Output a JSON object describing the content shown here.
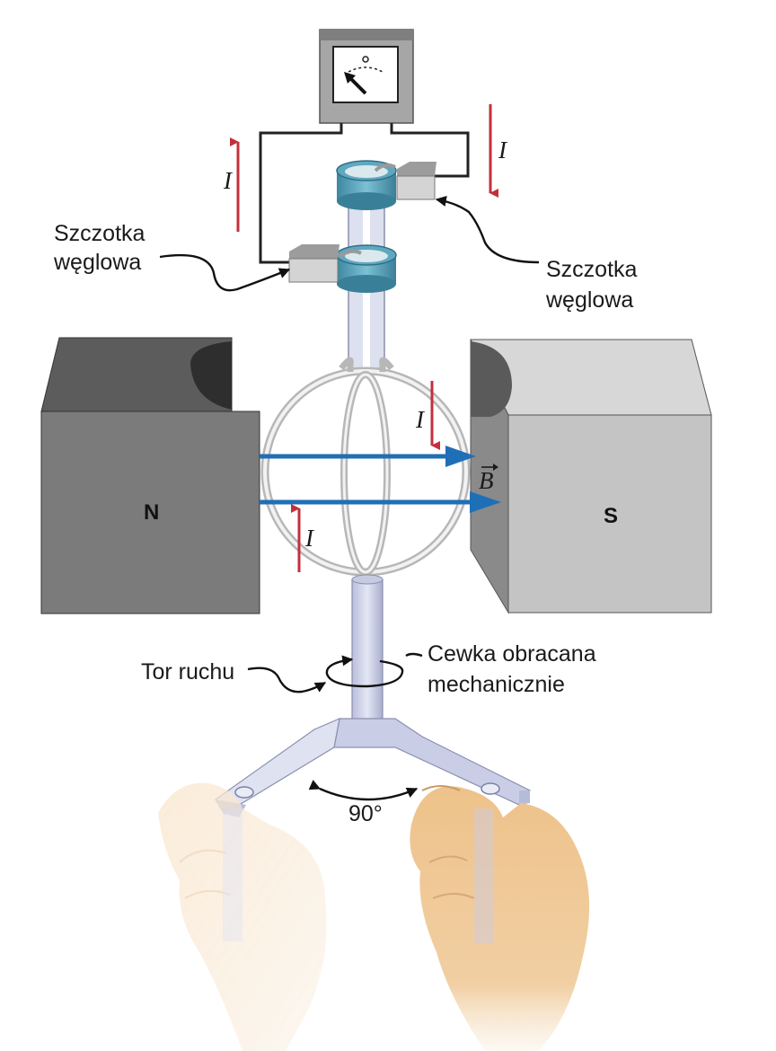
{
  "labels": {
    "brush_left": [
      "Szczotka",
      "węglowa"
    ],
    "brush_right": [
      "Szczotka",
      "węglowa"
    ],
    "pole_north": "N",
    "pole_south": "S",
    "current_symbol": "I",
    "field_symbol": "B",
    "motion_path": "Tor ruchu",
    "coil_rotated": [
      "Cewka obracana",
      "mechanicznie"
    ],
    "angle": "90°"
  },
  "colors": {
    "current_arrow": "#c3303a",
    "field_arrow": "#1f6fb6",
    "magnet_north_front": "#7b7b7b",
    "magnet_south_front": "#c4c4c4",
    "slip_ring": "#4f9bb4",
    "skin": "#f0cfa0",
    "handle": "#c9cde6"
  },
  "icons": {
    "meter": "galvanometer-icon",
    "vector_arrow": "vector-arrow-icon"
  }
}
